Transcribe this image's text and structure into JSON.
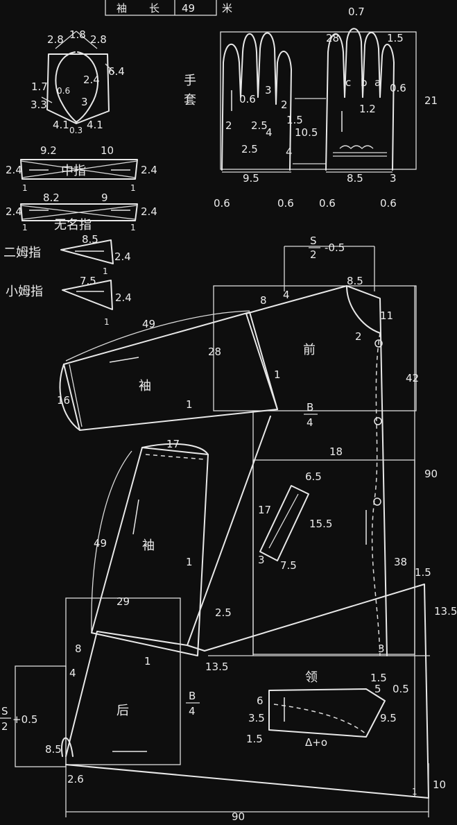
{
  "header": {
    "label1": "袖",
    "label2": "长",
    "value": "49",
    "unit": "米"
  },
  "glove": {
    "title_top": "手",
    "title_bottom": "套",
    "labels": [
      "0.7",
      "28",
      "1.5",
      "0.6",
      "21",
      "1.2",
      "c",
      "b",
      "a",
      "3",
      "0.6",
      "2",
      "1.5",
      "10.5",
      "2",
      "2.5",
      "4",
      "2.5",
      "4",
      "9.5",
      "8.5",
      "3",
      "0.6",
      "0.6",
      "0.6",
      "0.6"
    ]
  },
  "thumb": {
    "labels": [
      "2.8",
      "1.8",
      "2.8",
      "6.4",
      "1.7",
      "0.6",
      "2.4",
      "3.3",
      "3",
      "4.1",
      "0.3",
      "4.1"
    ]
  },
  "fingers": [
    {
      "name": "中指",
      "left": "9.2",
      "right": "10",
      "side_l": "2.4",
      "side_r": "2.4",
      "bottom_l": "1",
      "bottom_r": "1"
    },
    {
      "name": "无名指",
      "left": "8.2",
      "right": "9",
      "side_l": "2.4",
      "side_r": "2.4",
      "bottom_l": "1",
      "bottom_r": "1"
    },
    {
      "name": "二姆指",
      "top": "8.5",
      "side": "2.4",
      "bottom": "1"
    },
    {
      "name": "小姆指",
      "top": "7.5",
      "side": "2.4",
      "bottom": "1"
    }
  ],
  "front": {
    "label": "前",
    "top_formula_num": "S",
    "top_formula_den": "2",
    "top_formula_rest": "-0.5",
    "labels": [
      "8.5",
      "8",
      "4",
      "11",
      "2",
      "28",
      "42",
      "1",
      "18",
      "6.5",
      "17",
      "15.5",
      "3",
      "7.5",
      "38",
      "90",
      "1.5",
      "13.5",
      "3"
    ],
    "frac_num": "B",
    "frac_den": "4"
  },
  "sleeve_upper": {
    "label": "袖",
    "labels": [
      "49",
      "16",
      "1"
    ]
  },
  "sleeve_lower": {
    "label": "袖",
    "labels": [
      "17",
      "49",
      "1"
    ]
  },
  "back": {
    "label": "后",
    "labels": [
      "29",
      "8",
      "4",
      "1",
      "2.5",
      "13.5",
      "8.5",
      "2.6",
      "90",
      "10",
      "1"
    ],
    "side_num": "S",
    "side_den": "2",
    "side_rest": "+0.5",
    "frac_num": "B",
    "frac_den": "4"
  },
  "collar": {
    "label": "领",
    "labels": [
      "1.5",
      "5",
      "0.5",
      "6",
      "3.5",
      "9.5",
      "1.5"
    ],
    "formula": "Δ+o"
  }
}
